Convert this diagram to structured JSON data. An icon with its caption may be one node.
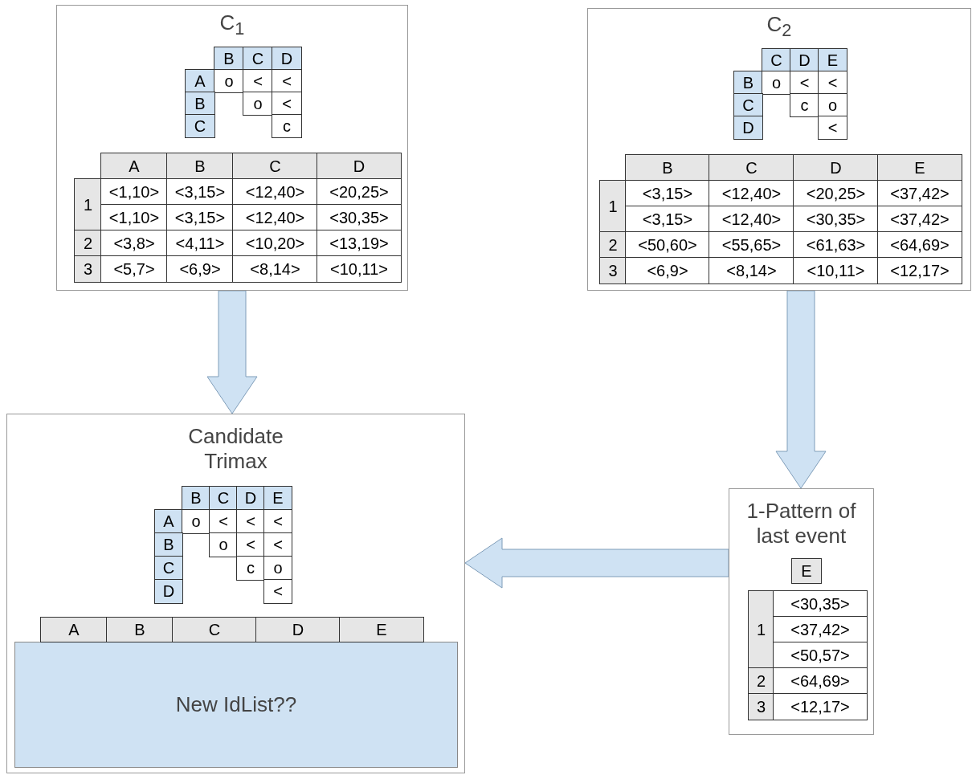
{
  "diagram": {
    "nodes": [
      {
        "text": [
          "C$_{1}$"
        ]
      },
      {
        "text": [
          "C$_{2}$"
        ]
      },
      {
        "text": [
          "Candidate Trimax"
        ]
      },
      {
        "text": [
          "New IdList??"
        ],
        "in": 2
      },
      {
        "text": [
          "1-Pattern of last event"
        ]
      }
    ],
    "edges": [
      {
        "from": 0,
        "to": 2,
        "arrow": "to"
      },
      {
        "from": 1,
        "to": 4,
        "arrow": "to"
      },
      {
        "from": 4,
        "to": 2,
        "arrow": "to"
      }
    ],
    "labels": [
      "B",
      "C",
      "D",
      "A",
      "o",
      "<",
      "<",
      "B",
      "o",
      "<",
      "C",
      "c",
      "A",
      "B",
      "C",
      "D",
      "1",
      "<1,10>",
      "<3,15>",
      "<12,40>",
      "<20,25>",
      "<1,10>",
      "<3,15>",
      "<12,40>",
      "<30,35>",
      "2",
      "<3,8>",
      "<4,11>",
      "<10,20>",
      "<13,19>",
      "3",
      "<5,7>",
      "<6,9>",
      "<8,14>",
      "<10,11>",
      "C",
      "D",
      "E",
      "B",
      "o",
      "<",
      "<",
      "C",
      "c",
      "o",
      "D",
      "<",
      "B",
      "C",
      "D",
      "E",
      "1",
      "<3,15>",
      "<12,40>",
      "<20,25>",
      "<37,42>",
      "<3,15>",
      "<12,40>",
      "<30,35>",
      "<37,42>",
      "2",
      "<50,60>",
      "<55,65>",
      "<61,63>",
      "<64,69>",
      "3",
      "<6,9>",
      "<8,14>",
      "<10,11>",
      "<12,17>",
      "B",
      "C",
      "D",
      "E",
      "A",
      "o",
      "<",
      "<",
      "<",
      "B",
      "o",
      "<",
      "<",
      "C",
      "c",
      "o",
      "D",
      "<",
      "A",
      "B",
      "C",
      "D",
      "E",
      "E",
      "1",
      "<30,35>",
      "<37,42>",
      "<50,57>",
      "2",
      "<64,69>",
      "3",
      "<12,17>"
    ]
  }
}
